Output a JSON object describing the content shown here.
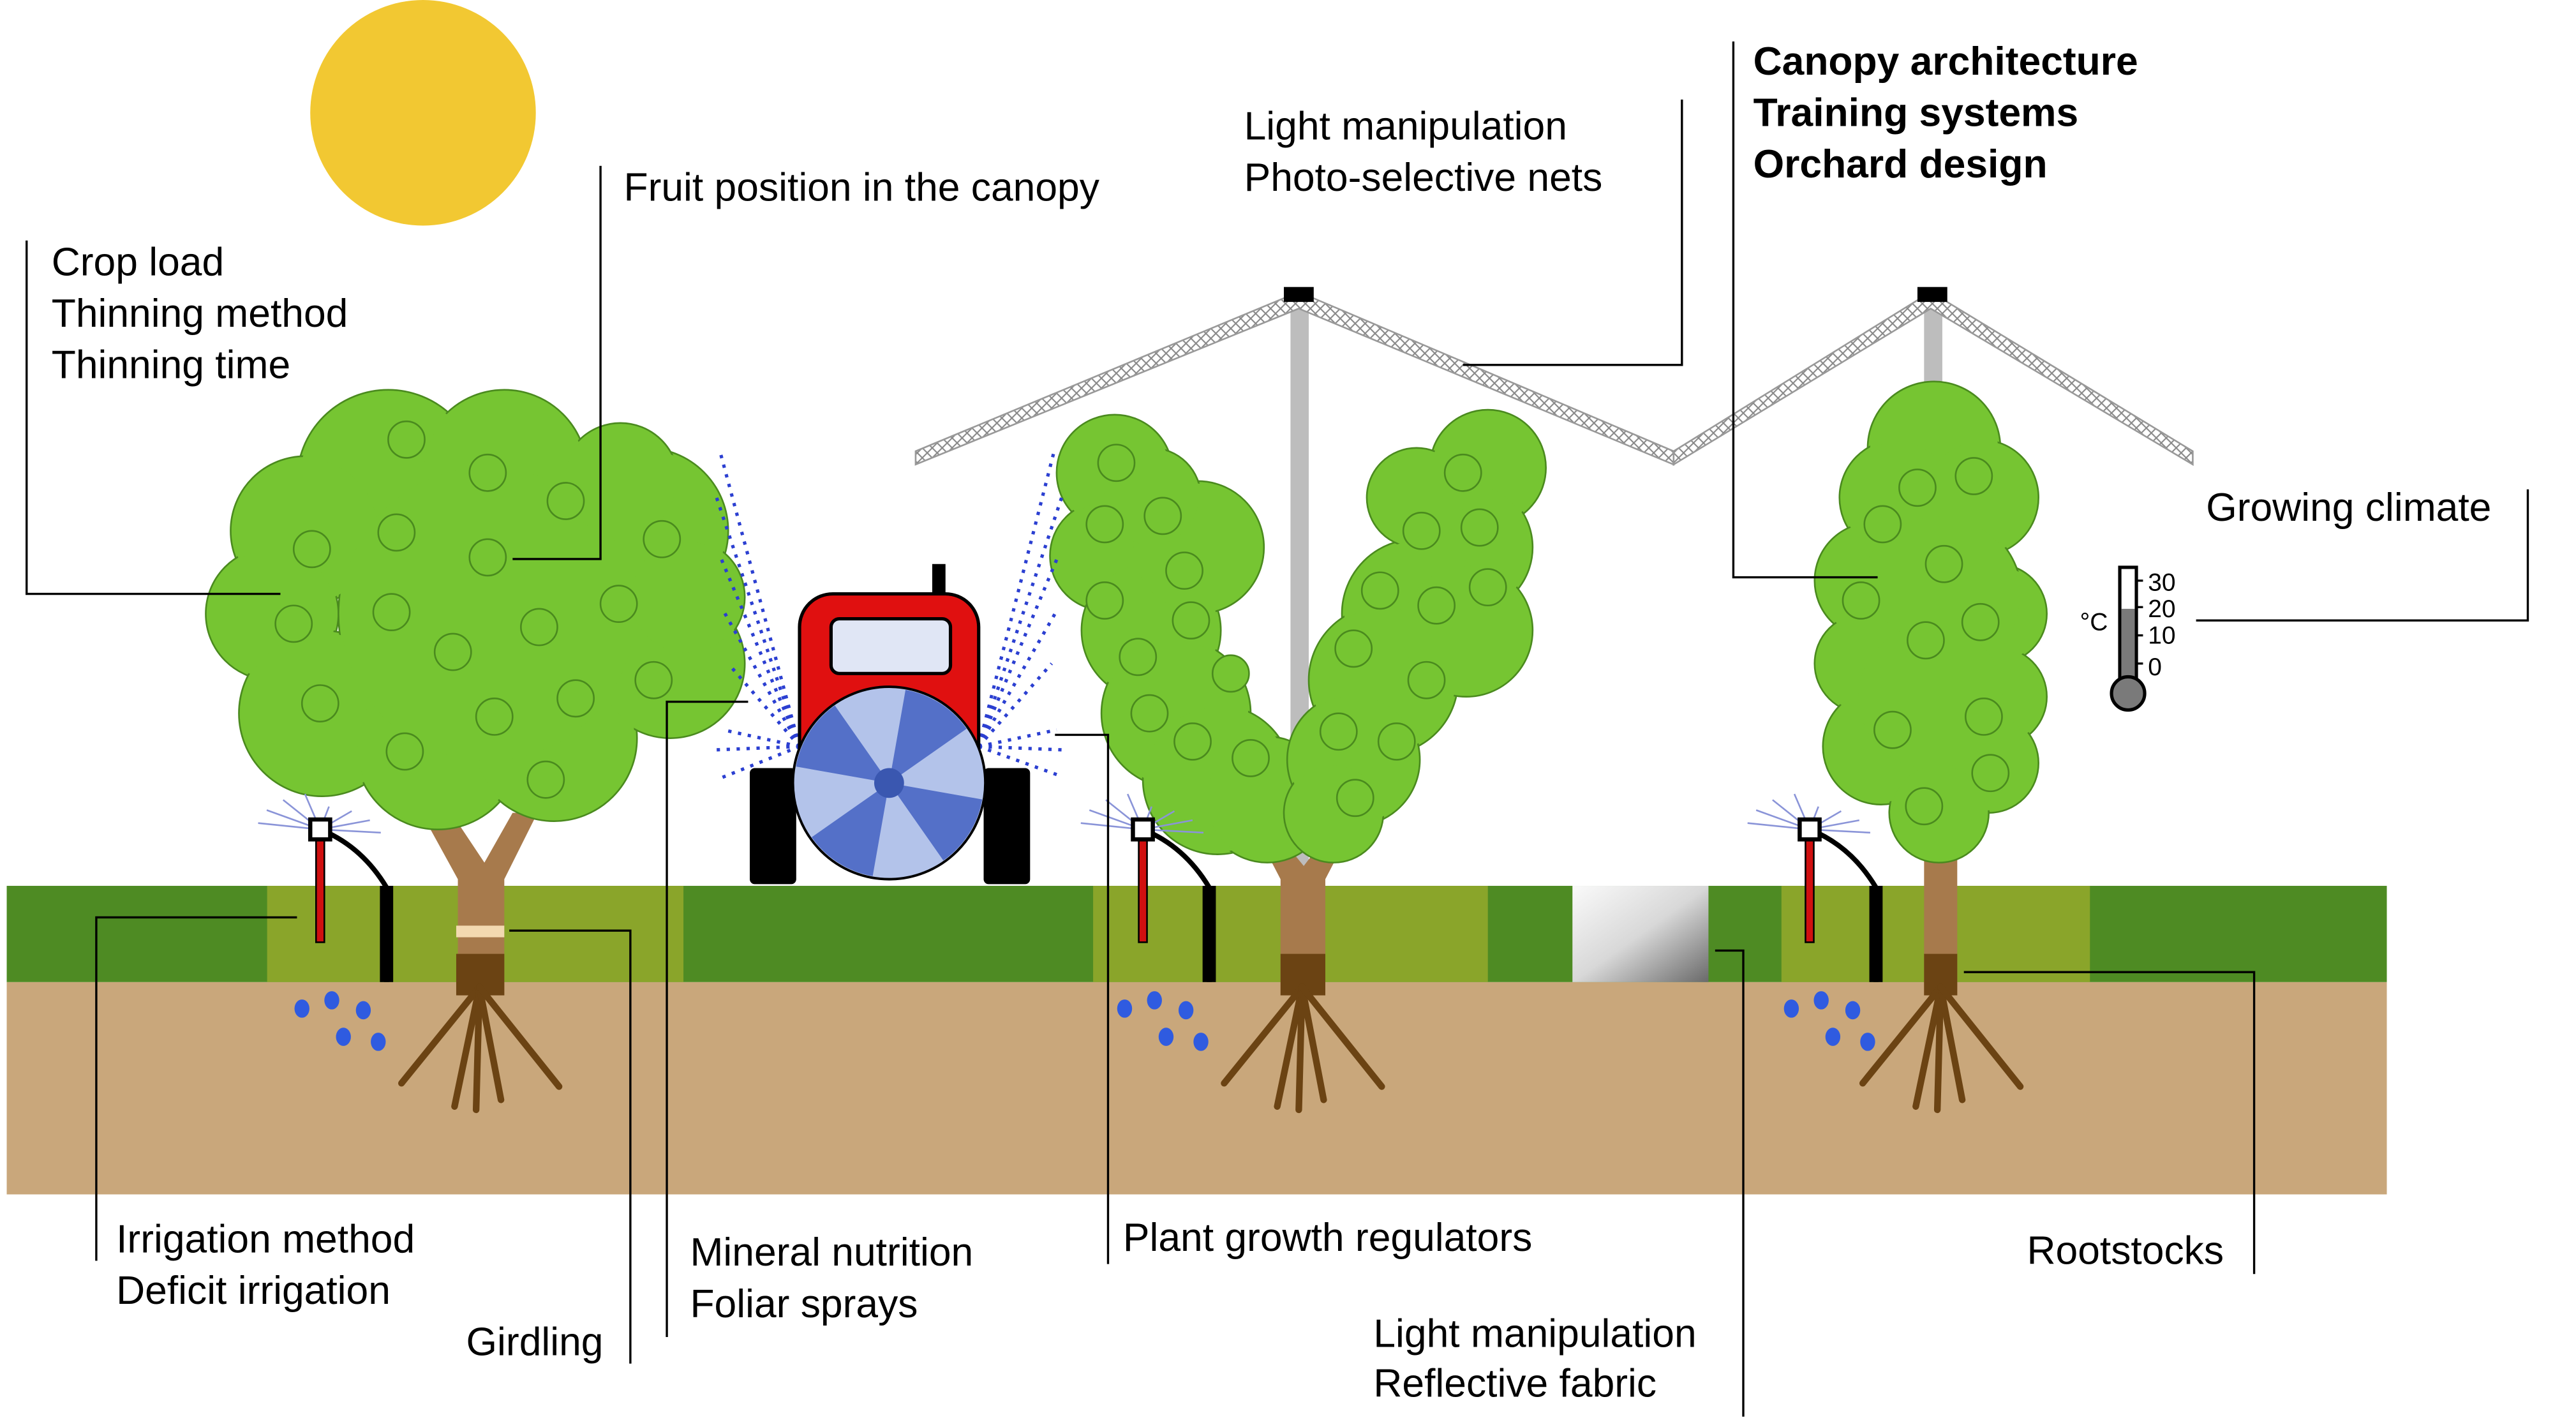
{
  "labels": {
    "crop": [
      "Crop load",
      "Thinning method",
      "Thinning time"
    ],
    "fruit_position": "Fruit position in the canopy",
    "nets": [
      "Light manipulation",
      "Photo-selective nets"
    ],
    "canopy": [
      "Canopy architecture",
      "Training systems",
      "Orchard design"
    ],
    "climate": "Growing climate",
    "irrigation": [
      "Irrigation method",
      "Deficit irrigation"
    ],
    "girdling": "Girdling",
    "nutrition": [
      "Mineral nutrition",
      "Foliar sprays"
    ],
    "pgr": "Plant growth regulators",
    "fabric": [
      "Light manipulation",
      "Reflective fabric"
    ],
    "rootstocks": "Rootstocks"
  },
  "thermometer": {
    "unit": "°C",
    "ticks": [
      "30",
      "20",
      "10",
      "0"
    ],
    "level": 20
  },
  "colors": {
    "sun": "#f2c832",
    "leaf": "#76c532",
    "fruit": "#e8962a",
    "soil": "#c9a77b",
    "grass_dark": "#4e8b23",
    "grass_light": "#8aa52a",
    "tractor": "#e01010",
    "fan": "#b3c3ea",
    "water": "#2f5be0"
  }
}
